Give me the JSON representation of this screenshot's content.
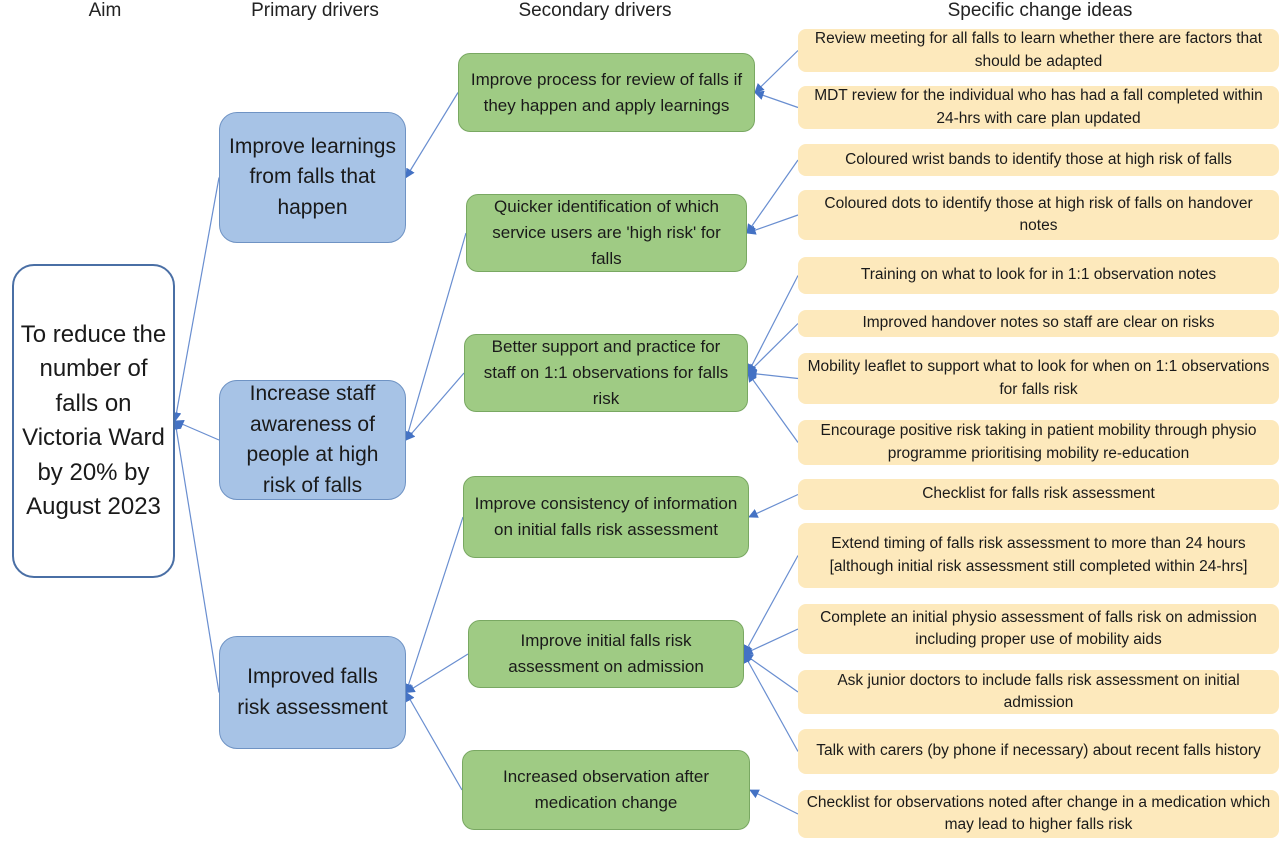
{
  "headers": {
    "aim": "Aim",
    "primary": "Primary drivers",
    "secondary": "Secondary drivers",
    "ideas": "Specific change ideas"
  },
  "aim": "To reduce the number of falls on Victoria Ward by 20% by August 2023",
  "primary_drivers": [
    {
      "label": "Improve learnings from falls that happen"
    },
    {
      "label": "Increase staff awareness of people at high risk of falls"
    },
    {
      "label": "Improved falls risk assessment"
    }
  ],
  "secondary_drivers": [
    {
      "label": "Improve process for review of falls if they happen and apply learnings",
      "primary": 0
    },
    {
      "label": "Quicker identification of which service users are 'high risk' for falls",
      "primary": 1
    },
    {
      "label": "Better support and practice for staff on 1:1 observations for falls risk",
      "primary": 1
    },
    {
      "label": "Improve consistency of information on initial falls risk assessment",
      "primary": 2
    },
    {
      "label": "Improve initial falls risk assessment on admission",
      "primary": 2
    },
    {
      "label": "Increased observation after medication change",
      "primary": 2
    }
  ],
  "change_ideas": [
    {
      "label": "Review meeting for all falls to learn whether there are factors that should be adapted",
      "secondary": 0
    },
    {
      "label": "MDT review for the individual who has had a fall completed within 24-hrs with care plan updated",
      "secondary": 0
    },
    {
      "label": "Coloured wrist bands to identify those at high risk of falls",
      "secondary": 1
    },
    {
      "label": "Coloured dots to identify those at high risk of falls on handover notes",
      "secondary": 1
    },
    {
      "label": "Training on what to look for in 1:1 observation notes",
      "secondary": 2
    },
    {
      "label": "Improved handover notes so staff are clear on risks",
      "secondary": 2
    },
    {
      "label": "Mobility leaflet to support what to look for when on 1:1 observations for falls risk",
      "secondary": 2
    },
    {
      "label": "Encourage positive risk taking in patient mobility through physio programme prioritising mobility re-education",
      "secondary": 2
    },
    {
      "label": "Checklist for falls risk assessment",
      "secondary": 3
    },
    {
      "label": "Extend timing of falls risk assessment to more than 24 hours [although initial risk assessment still completed within 24-hrs]",
      "secondary": 4
    },
    {
      "label": "Complete an initial physio assessment of falls risk on admission including proper use of mobility aids",
      "secondary": 4
    },
    {
      "label": "Ask junior doctors to include falls risk assessment on initial admission",
      "secondary": 4
    },
    {
      "label": "Talk with carers (by phone if necessary) about recent falls history",
      "secondary": 4
    },
    {
      "label": "Checklist for observations noted after change in a medication which may lead to higher falls risk",
      "secondary": 5
    }
  ],
  "colors": {
    "aim_border": "#4a6fa5",
    "primary_fill": "#a7c3e6",
    "secondary_fill": "#9fcb84",
    "idea_fill": "#fde9bc",
    "connector": "#4472c4"
  }
}
